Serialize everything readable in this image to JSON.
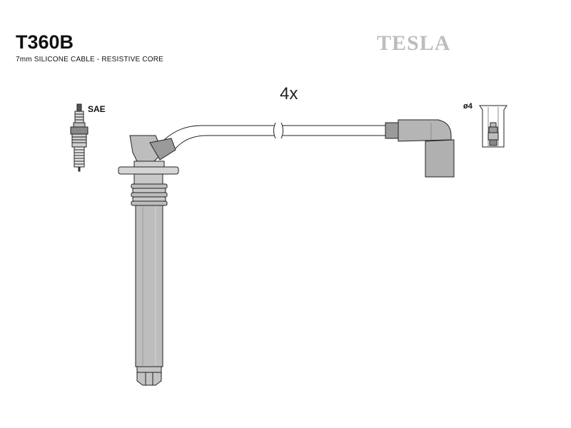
{
  "header": {
    "part_number": "T360B",
    "description": "7mm SILICONE CABLE - RESISTIVE CORE",
    "brand": "TESLA"
  },
  "labels": {
    "quantity": "4x",
    "spark_plug_standard": "SAE",
    "terminal_diameter": "ø4"
  }
}
